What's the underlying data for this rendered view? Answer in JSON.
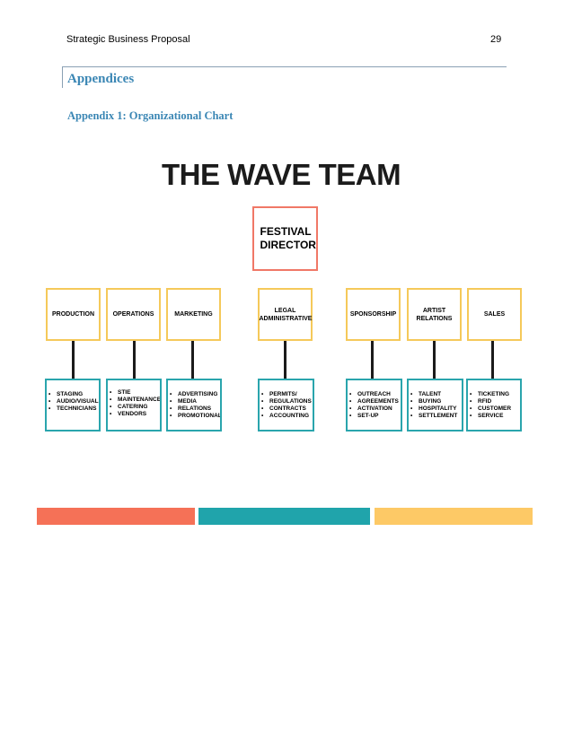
{
  "header": {
    "title": "Strategic Business Proposal",
    "page_number": "29"
  },
  "section_title": "Appendices",
  "subsection_title": "Appendix 1: Organizational Chart",
  "org_chart": {
    "title": "THE WAVE TEAM",
    "director": "FESTIVAL DIRECTOR",
    "departments": [
      {
        "name": "PRODUCTION",
        "duties": [
          "STAGING",
          "AUDIO/VISUAL",
          "TECHNICIANS"
        ]
      },
      {
        "name": "OPERATIONS",
        "duties": [
          "STIE",
          "MAINTENANCE",
          "CATERING",
          "VENDORS"
        ]
      },
      {
        "name": "MARKETING",
        "duties": [
          "ADVERTISING",
          "MEDIA",
          "RELATIONS",
          "PROMOTIONAL"
        ]
      },
      {
        "name": "LEGAL ADMINISTRATIVE",
        "duties": [
          "PERMITS/",
          "REGULATIONS",
          "CONTRACTS",
          "ACCOUNTING"
        ]
      },
      {
        "name": "SPONSORSHIP",
        "duties": [
          "OUTREACH",
          "AGREEMENTS",
          "ACTIVATION",
          "SET-UP"
        ]
      },
      {
        "name": "ARTIST RELATIONS",
        "duties": [
          "TALENT",
          "BUYING",
          "HOSPITALITY",
          "SETTLEMENT"
        ]
      },
      {
        "name": "SALES",
        "duties": [
          "TICKETING",
          "RFID",
          "CUSTOMER",
          "SERVICE"
        ]
      }
    ],
    "colors": {
      "director_border": "#f07867",
      "department_border": "#f5c95a",
      "duties_border": "#2aa5ad",
      "bar_left": "#f57157",
      "bar_middle": "#20a4ab",
      "bar_right": "#fdc966"
    }
  }
}
